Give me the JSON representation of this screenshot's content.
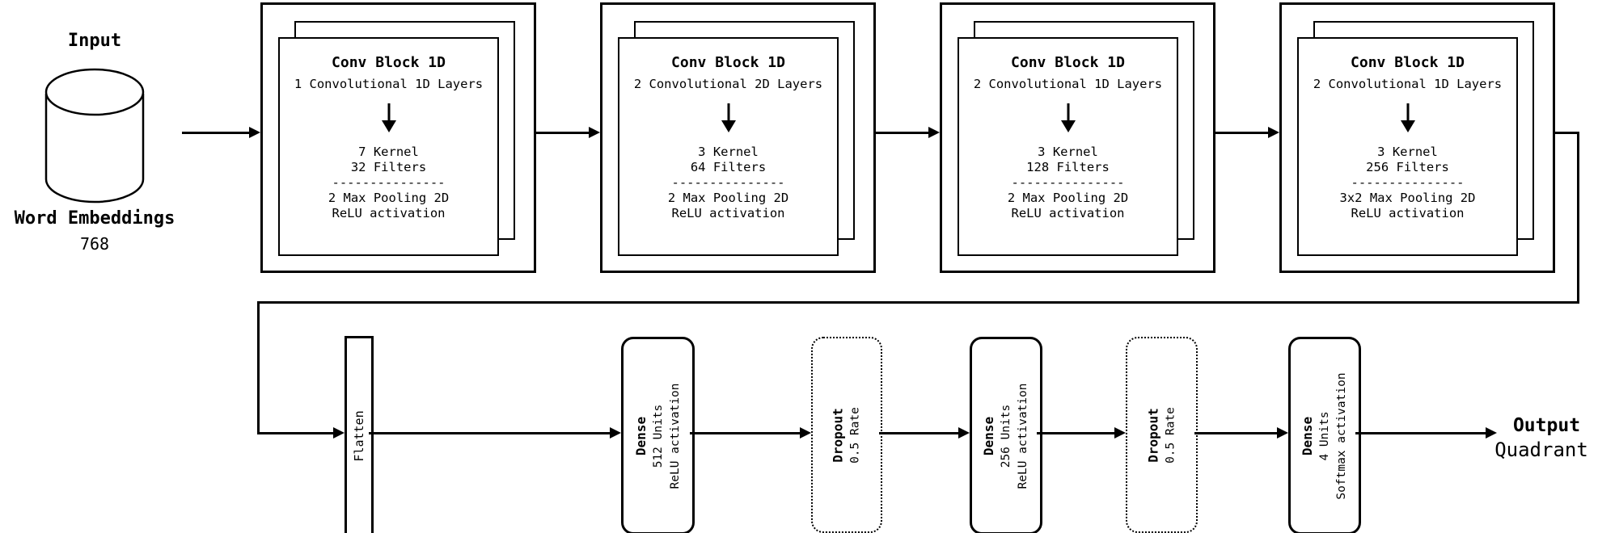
{
  "input": {
    "title": "Input",
    "dataset_label": "Word Embeddings",
    "dimension": "768"
  },
  "conv_blocks": [
    {
      "title": "Conv Block 1D",
      "subtitle": "1 Convolutional 1D Layers",
      "kernel": "7 Kernel",
      "filters": "32 Filters",
      "separator": "---------------",
      "pooling": "2 Max Pooling 2D",
      "activation": "ReLU activation"
    },
    {
      "title": "Conv Block 1D",
      "subtitle": "2 Convolutional 2D Layers",
      "kernel": "3 Kernel",
      "filters": "64 Filters",
      "separator": "---------------",
      "pooling": "2 Max Pooling 2D",
      "activation": "ReLU activation"
    },
    {
      "title": "Conv Block 1D",
      "subtitle": "2 Convolutional 1D Layers",
      "kernel": "3 Kernel",
      "filters": "128 Filters",
      "separator": "---------------",
      "pooling": "2 Max Pooling 2D",
      "activation": "ReLU activation"
    },
    {
      "title": "Conv Block 1D",
      "subtitle": "2 Convolutional 1D Layers",
      "kernel": "3 Kernel",
      "filters": "256 Filters",
      "separator": "---------------",
      "pooling": "3x2 Max Pooling 2D",
      "activation": "ReLU activation"
    }
  ],
  "dense_row": {
    "flatten": {
      "label": "Flatten"
    },
    "dense1": {
      "title": "Dense",
      "units": "512 Units",
      "activation": "ReLU activation"
    },
    "dropout1": {
      "title": "Dropout",
      "rate": "0.5 Rate"
    },
    "dense2": {
      "title": "Dense",
      "units": "256 Units",
      "activation": "ReLU activation"
    },
    "dropout2": {
      "title": "Dropout",
      "rate": "0.5 Rate"
    },
    "dense3": {
      "title": "Dense",
      "units": "4 Units",
      "activation": "Softmax activation"
    }
  },
  "output": {
    "title": "Output",
    "value": "Quadrant"
  },
  "colors": {
    "ink": "#000000",
    "background": "#ffffff"
  }
}
